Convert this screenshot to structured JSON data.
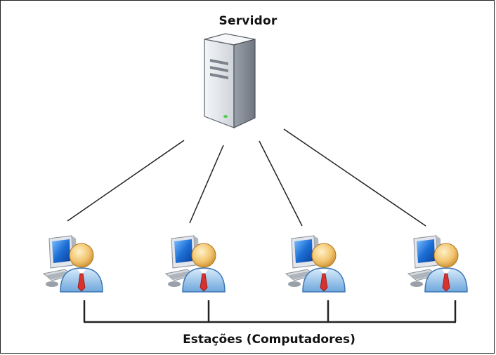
{
  "server": {
    "label": "Servidor",
    "icon": "server-tower-icon"
  },
  "stations": {
    "label": "Estações (Computadores)",
    "icon": "workstation-user-icon",
    "count": 4
  },
  "colors": {
    "line": "#222222",
    "server_body": "#dfe3e8",
    "monitor_screen": "#1d6fd6",
    "user_head": "#f2c46e",
    "user_shirt": "#7fb6e6",
    "user_tie": "#d8322e"
  }
}
